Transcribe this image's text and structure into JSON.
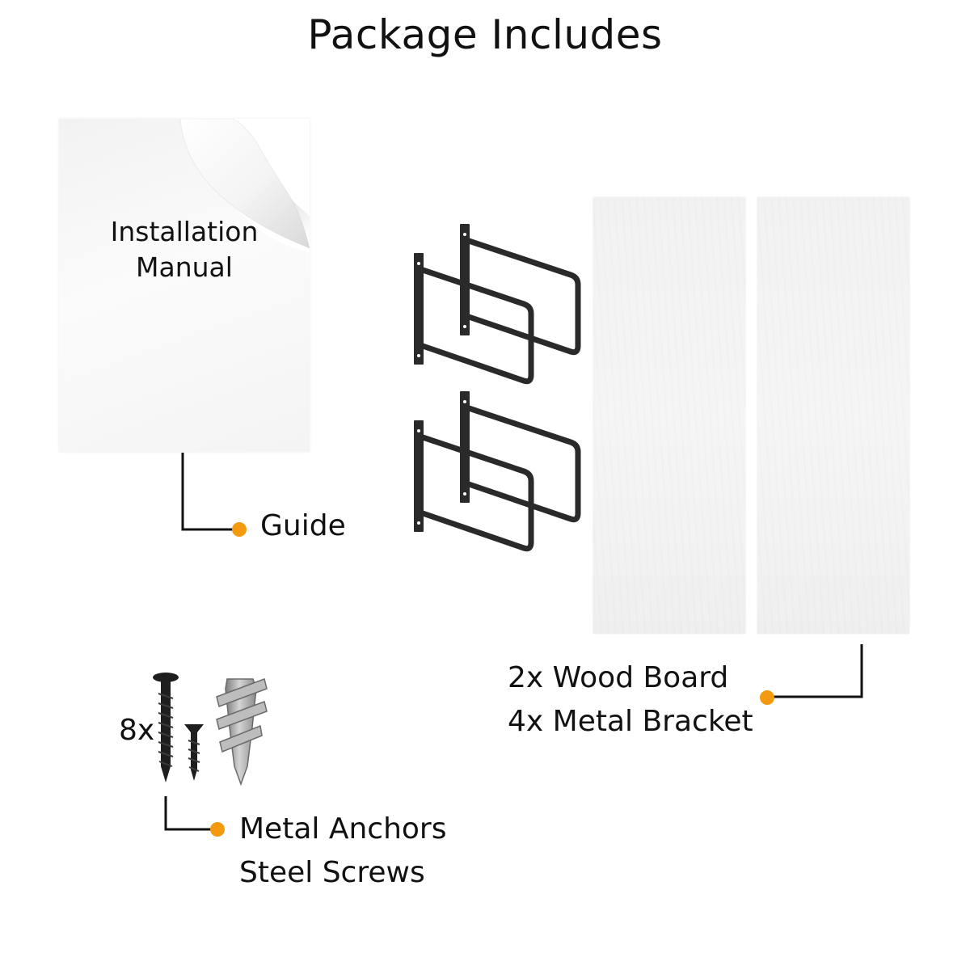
{
  "title": "Package Includes",
  "manual": {
    "line1": "Installation",
    "line2": "Manual"
  },
  "guide_label": "Guide",
  "boards_label": {
    "line1": "2x Wood Board",
    "line2": "4x Metal Bracket"
  },
  "hardware_count": "8x",
  "hardware_label": {
    "line1": "Metal Anchors",
    "line2": "Steel Screws"
  },
  "colors": {
    "accent": "#F39A11",
    "bracket": "#2a2a2a",
    "leader": "#111111"
  },
  "icons": [
    "page-curl-icon",
    "metal-bracket-icon",
    "wood-board-icon",
    "steel-screw-icon",
    "metal-anchor-icon"
  ]
}
